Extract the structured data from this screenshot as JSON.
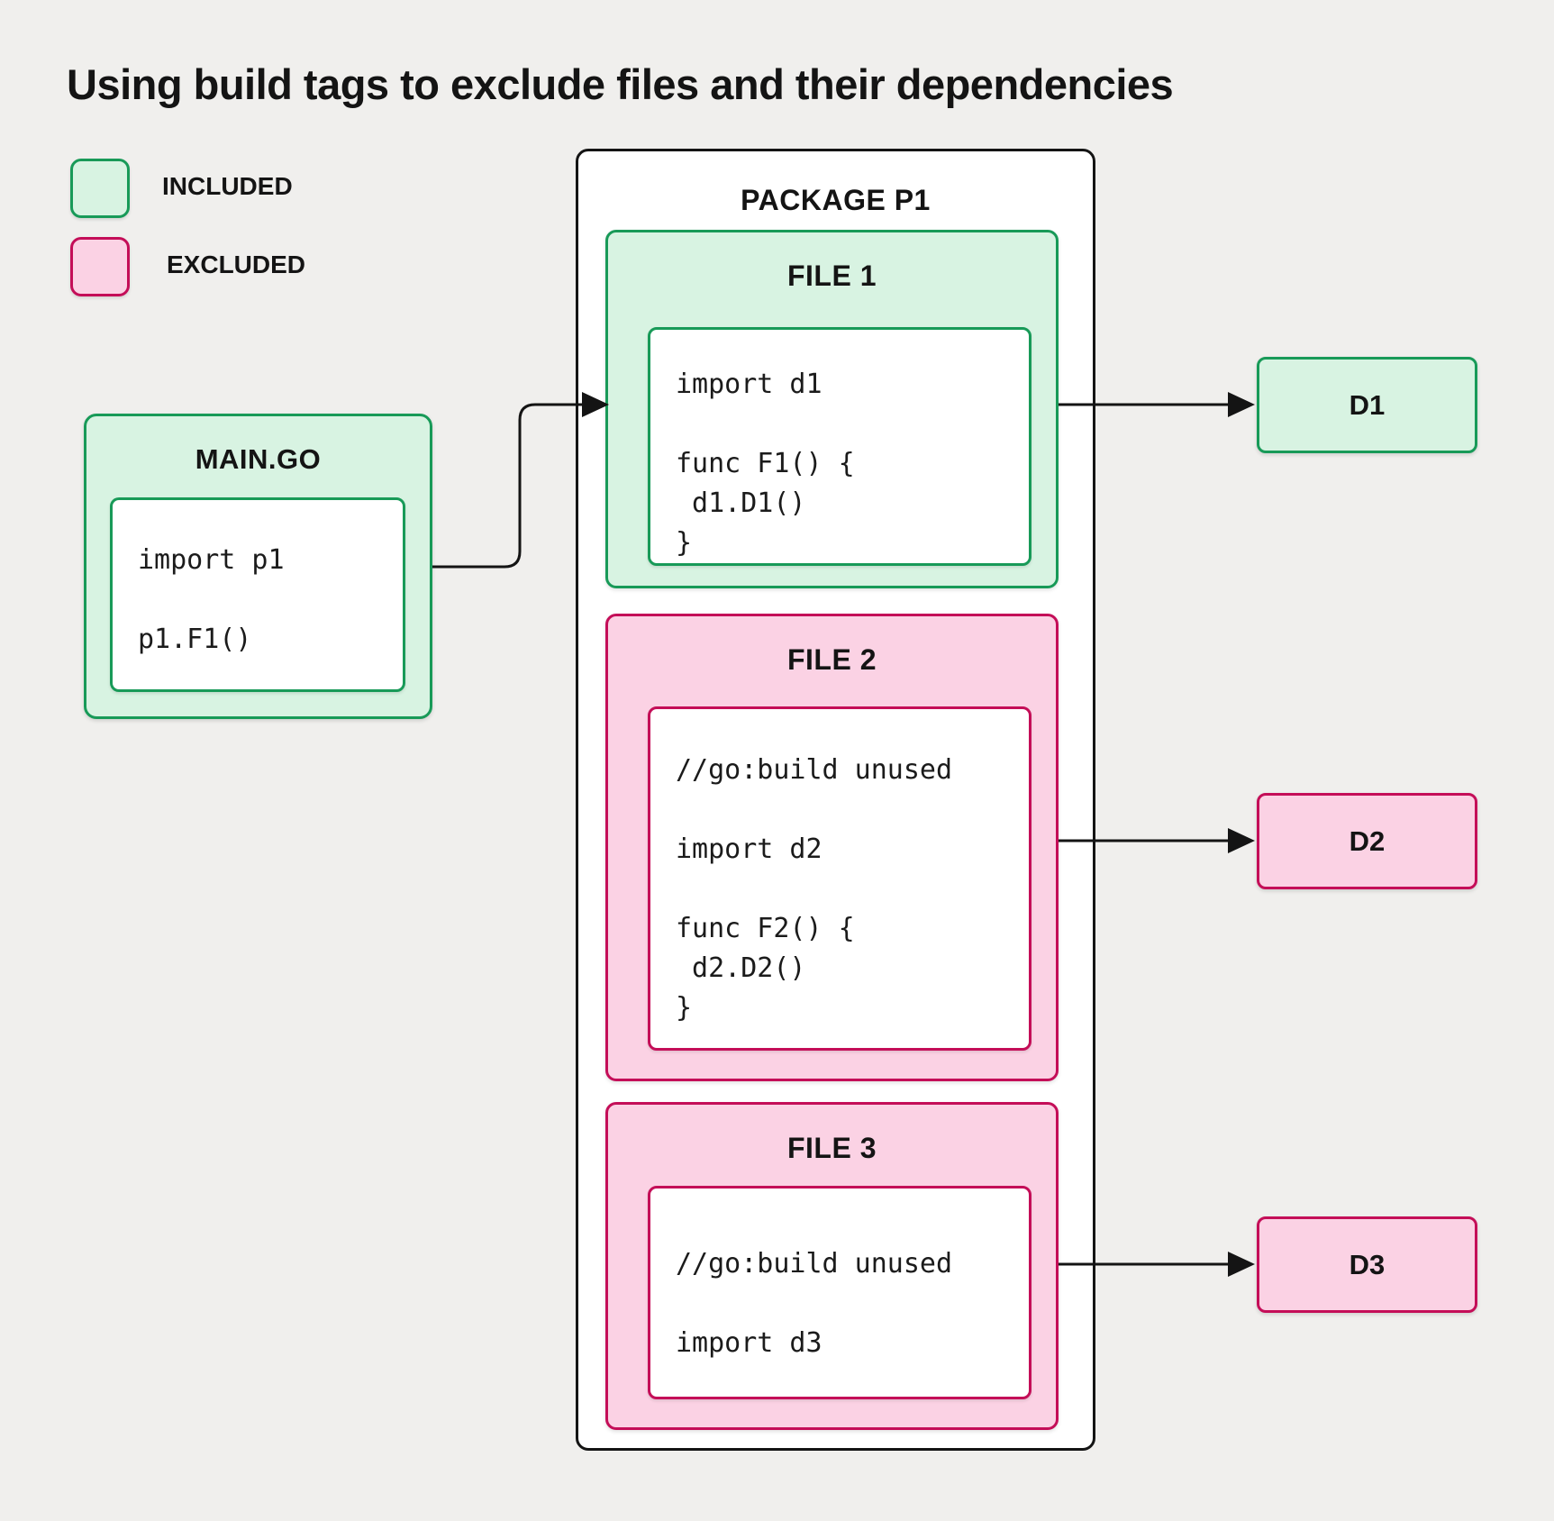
{
  "title": "Using build tags to exclude files and their dependencies",
  "legend": {
    "included_label": "INCLUDED",
    "excluded_label": "EXCLUDED"
  },
  "colors": {
    "background": "#f0efed",
    "included_fill": "#d8f3e2",
    "included_border": "#189a58",
    "excluded_fill": "#fbd2e4",
    "excluded_border": "#c40e58",
    "outline": "#141414"
  },
  "main_file": {
    "title": "MAIN.GO",
    "status": "included",
    "code": "import p1\n\np1.F1()"
  },
  "package": {
    "title": "PACKAGE P1",
    "files": [
      {
        "title": "FILE 1",
        "status": "included",
        "code": "import d1\n\nfunc F1() {\n d1.D1()\n}"
      },
      {
        "title": "FILE 2",
        "status": "excluded",
        "code": "//go:build unused\n\nimport d2\n\nfunc F2() {\n d2.D2()\n}"
      },
      {
        "title": "FILE 3",
        "status": "excluded",
        "code": "//go:build unused\n\nimport d3"
      }
    ]
  },
  "dependencies": [
    {
      "label": "D1",
      "status": "included"
    },
    {
      "label": "D2",
      "status": "excluded"
    },
    {
      "label": "D3",
      "status": "excluded"
    }
  ]
}
